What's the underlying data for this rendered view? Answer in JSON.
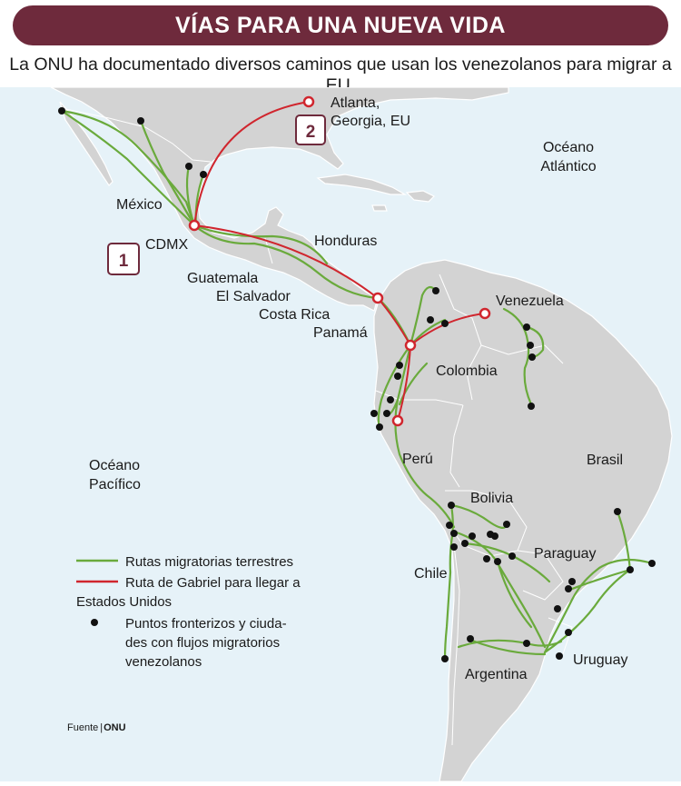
{
  "title": "VÍAS PARA UNA NUEVA VIDA",
  "subtitle": "La ONU ha documentado diversos caminos que usan los venezolanos para migrar a EU.",
  "colors": {
    "ocean": "#e6f2f8",
    "land": "#d3d3d3",
    "land_stroke": "#ffffff",
    "route_green": "#6aaa3c",
    "route_red": "#d0262e",
    "dot": "#111111",
    "title_bg": "#6e2a3c",
    "box_border": "#6e2a3c"
  },
  "labels": {
    "atlanta_1": "Atlanta,",
    "atlanta_2": "Georgia, EU",
    "oceano_atlantico_1": "Océano",
    "oceano_atlantico_2": "Atlántico",
    "mexico": "México",
    "cdmx": "CDMX",
    "honduras": "Honduras",
    "guatemala": "Guatemala",
    "el_salvador": "El Salvador",
    "costa_rica": "Costa Rica",
    "panama": "Panamá",
    "venezuela": "Venezuela",
    "colombia": "Colombia",
    "peru": "Perú",
    "brasil": "Brasil",
    "bolivia": "Bolivia",
    "paraguay": "Paraguay",
    "chile": "Chile",
    "uruguay": "Uruguay",
    "argentina": "Argentina",
    "oceano_pacifico_1": "Océano",
    "oceano_pacifico_2": "Pacífico"
  },
  "markers": {
    "one": "1",
    "two": "2"
  },
  "legend": {
    "green": "Rutas migratorias terrestres",
    "red_1": "Ruta de Gabriel para llegar a",
    "red_2": "Estados Unidos",
    "dots_1": "Puntos fronterizos y ciuda-",
    "dots_2": "des con flujos migratorios",
    "dots_3": "venezolanos"
  },
  "source": {
    "prefix": "Fuente",
    "name": "ONU"
  }
}
